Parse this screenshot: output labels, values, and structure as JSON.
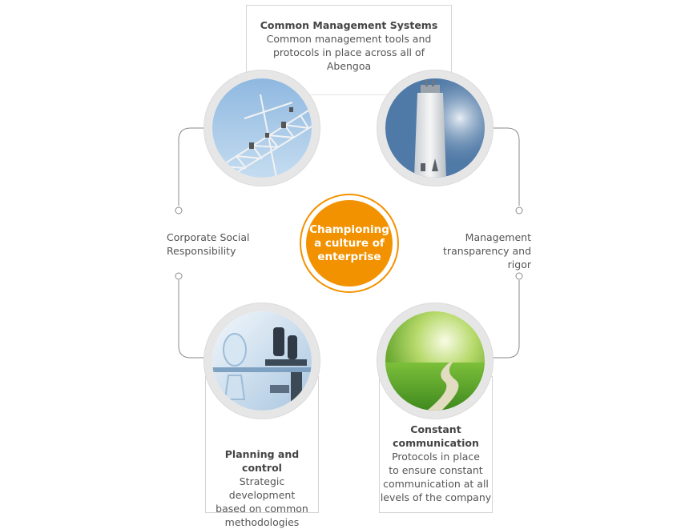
{
  "center": {
    "line1": "Championing",
    "line2": "a culture of",
    "line3": "enterprise"
  },
  "top_box": {
    "title": "Common Management Systems",
    "line1": "Common management tools and",
    "line2": "protocols in place across all of",
    "line3": "Abengoa"
  },
  "bottom_left_box": {
    "title": "Planning and control",
    "line1": "Strategic development",
    "line2": "based on common",
    "line3": "methodologies"
  },
  "bottom_right_box": {
    "title_line1": "Constant",
    "title_line2": "communication",
    "line1": "Protocols in place",
    "line2": "to ensure constant",
    "line3": "communication at all",
    "line4": "levels of the company"
  },
  "left_label": {
    "line1": "Corporate Social",
    "line2": "Responsibility"
  },
  "right_label": {
    "line1": "Management",
    "line2": "transparency and rigor"
  },
  "images": {
    "top_left": "steel-structure-sky-image",
    "top_right": "solar-tower-image",
    "bottom_left": "microscope-lab-image",
    "bottom_right": "green-field-path-image"
  },
  "colors": {
    "accent": "#f39200",
    "line": "#888888",
    "ring": "#e6e6e6"
  }
}
